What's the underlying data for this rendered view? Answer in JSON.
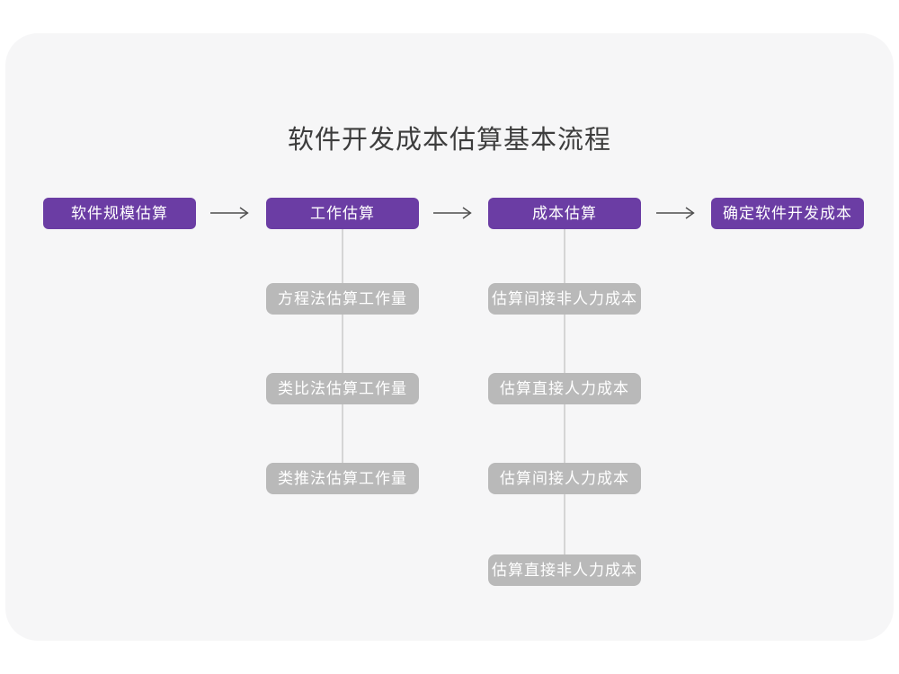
{
  "title": "软件开发成本估算基本流程",
  "flow": {
    "main_steps": [
      "软件规模估算",
      "工作估算",
      "成本估算",
      "确定软件开发成本"
    ],
    "work_estimation_methods": [
      "方程法估算工作量",
      "类比法估算工作量",
      "类推法估算工作量"
    ],
    "cost_estimation_steps": [
      "估算间接非人力成本",
      "估算直接人力成本",
      "估算间接人力成本",
      "估算直接非人力成本"
    ]
  },
  "colors": {
    "primary_purple": "#6B3DA4",
    "box_gray": "#B9B9B9",
    "card_bg": "#F6F6F7",
    "connector": "#D5D5D5",
    "arrow": "#4D4D4D",
    "title_text": "#3D3D3D"
  }
}
